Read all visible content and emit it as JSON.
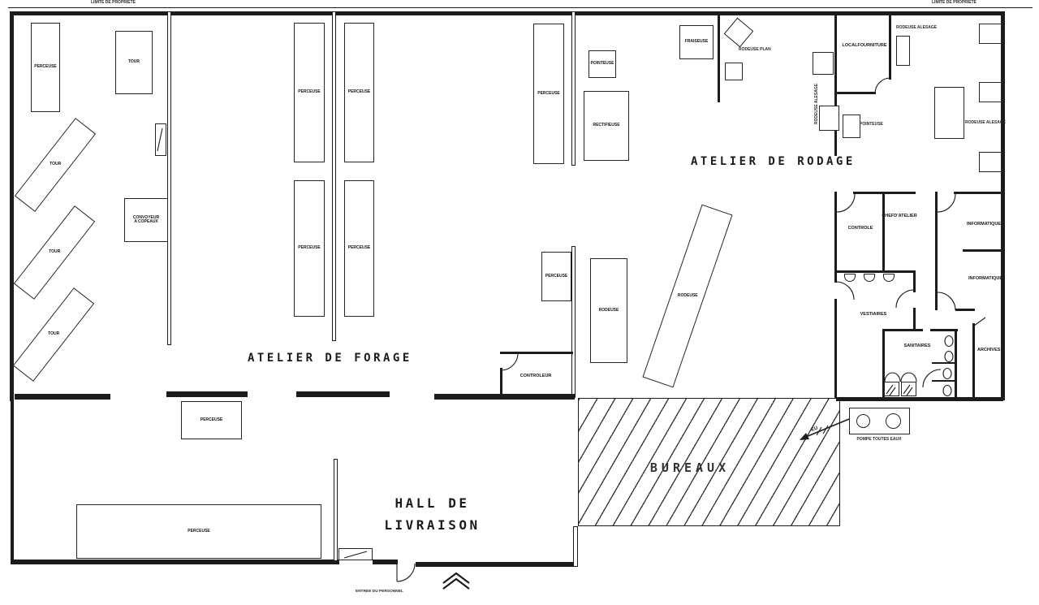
{
  "site": {
    "limite_left": "LIMITE DE PROPRIETE",
    "limite_right": "LIMITE DE PROPRIETE"
  },
  "titles": {
    "atelier_forage": "ATELIER DE FORAGE",
    "atelier_rodage": "ATELIER DE RODAGE",
    "hall_line1": "HALL DE",
    "hall_line2": "LIVRAISON",
    "bureaux": "BUREAUX"
  },
  "machines": {
    "perceuse": "PERCEUSE",
    "tour": "TOUR",
    "convoyeur_l1": "CONVOYEUR",
    "convoyeur_l2": "A COPEAUX",
    "pointeuse": "POINTEUSE",
    "rectifieuse": "RECTIFIEUSE",
    "fraiseuse": "FRAISEUSE",
    "rodeuse": "RODEUSE",
    "rodeuse_plan": "RODEUSE PLAN",
    "rodeuse_alesage": "RODEUSE ALESAGE"
  },
  "rooms": {
    "local_l1": "LOCAL",
    "local_l2": "FOURNITURE",
    "controle": "CONTROLE",
    "chef_l1": "CHEF",
    "chef_l2": "D'ATELIER",
    "informatique": "INFORMATIQUE",
    "vestiaires": "VESTIAIRES",
    "sanitaires": "SANITAIRES",
    "archives": "ARCHIVES",
    "controleur": "CONTROLEUR"
  },
  "annotations": {
    "pompe": "POMPE TOUTES EAUX",
    "eu": "EU",
    "entree": "ENTREE DU PERSONNEL"
  }
}
